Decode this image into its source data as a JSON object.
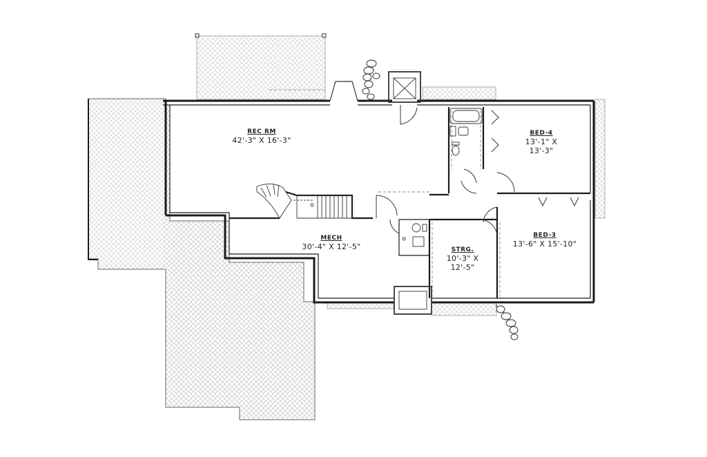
{
  "colors": {
    "wall": "#1a1a1a",
    "hatch": "#bdbdbd",
    "thin": "#555555",
    "dashed": "#888888",
    "background": "#ffffff"
  },
  "rooms": {
    "rec_room": {
      "name": "REC RM",
      "dim": "42'-3\" X 16'-3\""
    },
    "bed_4": {
      "name": "BED-4",
      "dim_line1": "13'-1\" X",
      "dim_line2": "13'-3\""
    },
    "mech": {
      "name": "MECH",
      "dim": "30'-4\" X 12'-5\""
    },
    "storage": {
      "name": "STRG.",
      "dim_line1": "10'-3\" X",
      "dim_line2": "12'-5\""
    },
    "bed_3": {
      "name": "BED-3",
      "dim": "13'-6\" X 15'-10\""
    }
  }
}
